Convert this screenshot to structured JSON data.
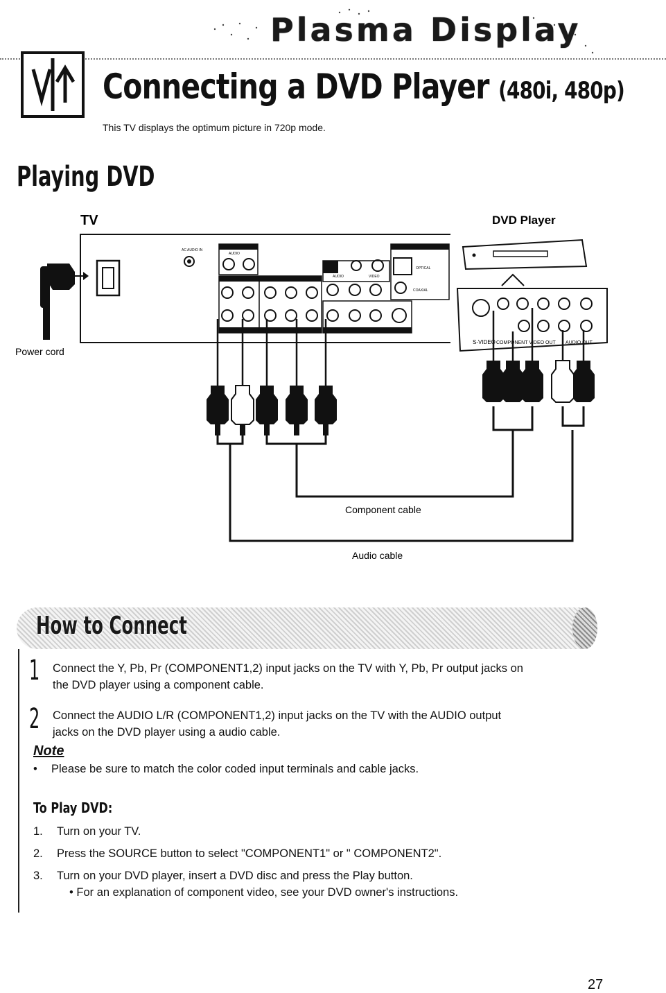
{
  "header": {
    "banner": "Plasma Display",
    "title_main": "Connecting a DVD Player",
    "title_sub": "(480i, 480p)",
    "intro": "This TV displays the optimum picture in 720p mode."
  },
  "section": {
    "title": "Playing DVD"
  },
  "diagram": {
    "tv_label": "TV",
    "dvd_label": "DVD Player",
    "power_cord_label": "Power cord",
    "component_cable_label": "Component cable",
    "audio_cable_label": "Audio cable",
    "ac_audio_in_label": "AC AUDIO IN",
    "audio_label": "AUDIO",
    "video_label": "VIDEO",
    "optical_label": "OPTICAL",
    "coaxial_label": "COAXIAL",
    "dvd_jacks": [
      "S-VIDEO",
      "COMPONENT VIDEO OUT",
      "AUDIO OUT"
    ]
  },
  "howto": {
    "title": "How to Connect",
    "steps": [
      {
        "num": "1",
        "text_line1": "Connect the Y, Pb, Pr (COMPONENT1,2) input jacks on the TV with Y, Pb, Pr output jacks on",
        "text_line2": "the DVD player using a component cable."
      },
      {
        "num": "2",
        "text_line1": "Connect the AUDIO L/R (COMPONENT1,2) input jacks on the TV with the AUDIO output",
        "text_line2": "jacks on the DVD player using a audio cable."
      }
    ],
    "note_title": "Note",
    "note_text": "Please be sure to match the color coded input terminals and cable jacks."
  },
  "play": {
    "title": "To Play DVD:",
    "items": [
      {
        "num": "1.",
        "text": "Turn on your TV."
      },
      {
        "num": "2.",
        "text": "Press the SOURCE button to select \"COMPONENT1\" or \" COMPONENT2\"."
      },
      {
        "num": "3.",
        "text": "Turn on your DVD player, insert a DVD disc and press the Play button."
      }
    ],
    "sub_text": "For an explanation of component video, see your DVD owner's instructions."
  },
  "footer": {
    "page_number": "27"
  }
}
